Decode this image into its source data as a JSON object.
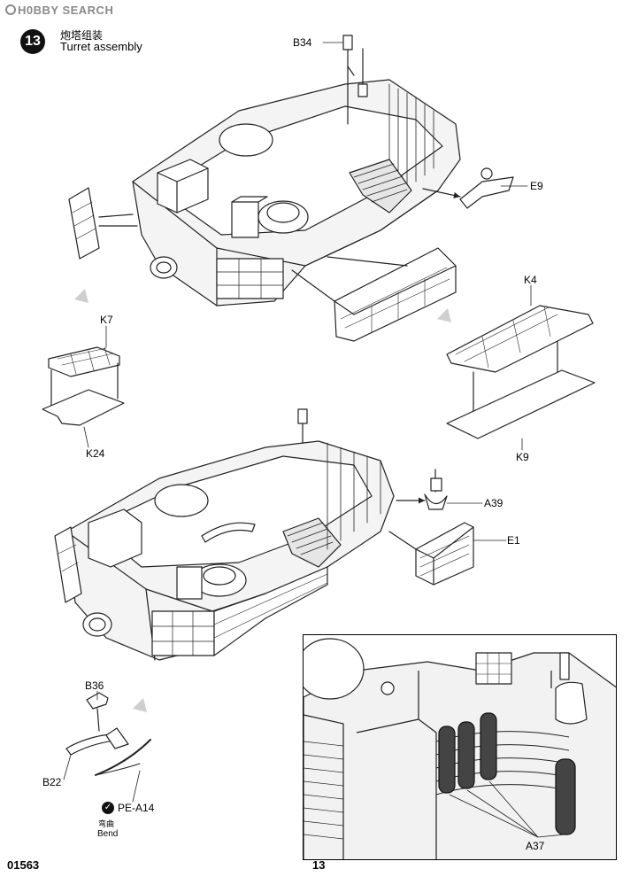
{
  "watermark": "H0BBY SEARCH",
  "step": {
    "number": "13",
    "title_cn": "炮塔组装",
    "title_en": "Turret assembly"
  },
  "parts": {
    "b34": "B34",
    "e9": "E9",
    "k4": "K4",
    "k7": "K7",
    "k24": "K24",
    "k9": "K9",
    "a39": "A39",
    "e1": "E1",
    "b36": "B36",
    "b22": "B22",
    "pe_a14": "PE-A14",
    "a37": "A37"
  },
  "bend_note": {
    "cn": "弯曲",
    "en": "Bend"
  },
  "footer": {
    "kit_number": "01563",
    "page_number": "13"
  },
  "icons": [
    "step-number-badge",
    "glue-arrow-icon",
    "bend-icon"
  ]
}
